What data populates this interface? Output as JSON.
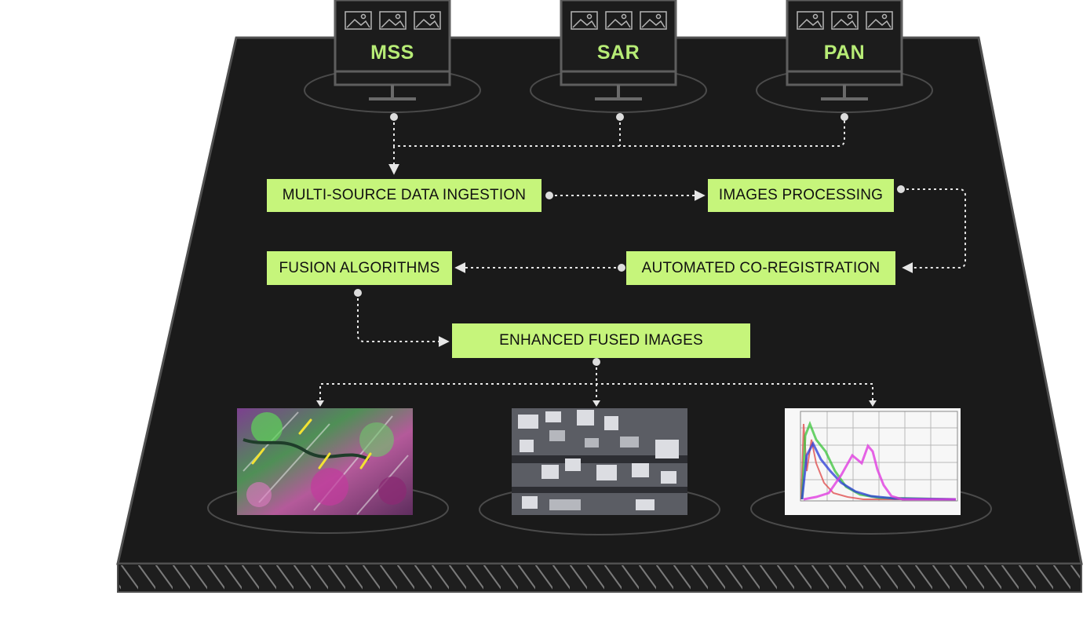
{
  "sources": [
    {
      "label": "MSS"
    },
    {
      "label": "SAR"
    },
    {
      "label": "PAN"
    }
  ],
  "steps": {
    "ingestion": "MULTI-SOURCE DATA INGESTION",
    "processing": "IMAGES PROCESSING",
    "fusion": "FUSION ALGORITHMS",
    "coregistration": "AUTOMATED CO-REGISTRATION",
    "enhanced": "ENHANCED FUSED IMAGES"
  },
  "outputs": [
    {
      "kind": "false-color-satellite-image"
    },
    {
      "kind": "urban-rooftops-image"
    },
    {
      "kind": "spectral-histogram-chart"
    }
  ],
  "colors": {
    "platform": "#1a1a1a",
    "platform_edge": "#5a5a5a",
    "accent": "#c6f57b",
    "label_text": "#b7ec76",
    "connector": "#e6e6e6"
  }
}
